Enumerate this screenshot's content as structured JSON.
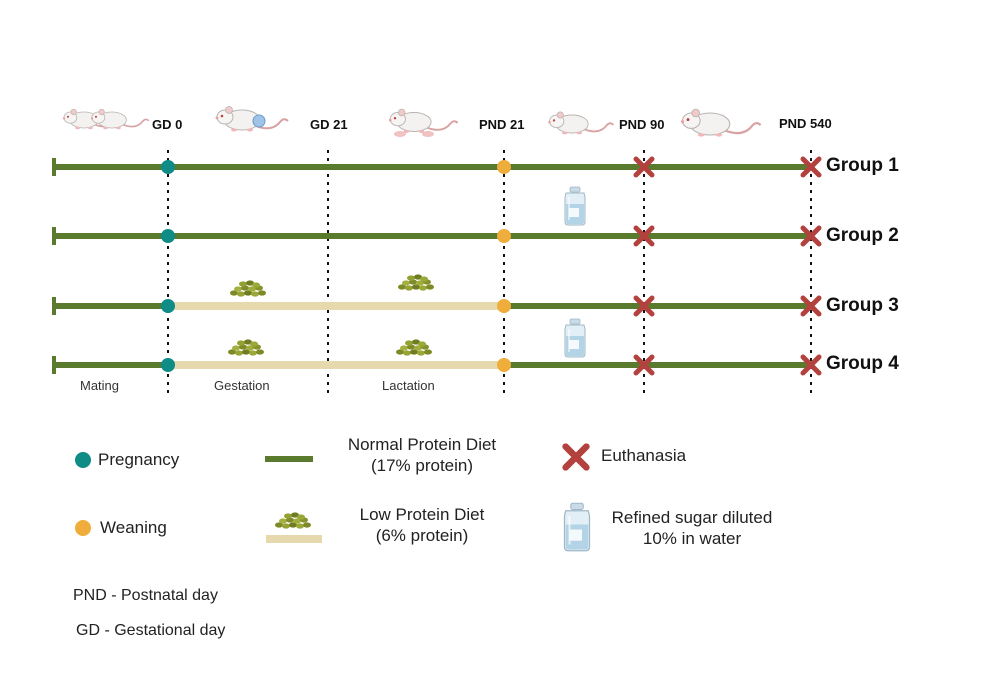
{
  "timepoints": [
    {
      "label": "GD 0"
    },
    {
      "label": "GD 21"
    },
    {
      "label": "PND 21"
    },
    {
      "label": "PND 90"
    },
    {
      "label": "PND 540"
    }
  ],
  "groups": [
    {
      "label": "Group 1",
      "diet_gestation_lactation": "normal",
      "sugar_water": false
    },
    {
      "label": "Group 2",
      "diet_gestation_lactation": "normal",
      "sugar_water": true
    },
    {
      "label": "Group 3",
      "diet_gestation_lactation": "low",
      "sugar_water": false
    },
    {
      "label": "Group 4",
      "diet_gestation_lactation": "low",
      "sugar_water": true
    }
  ],
  "phases": [
    {
      "label": "Mating"
    },
    {
      "label": "Gestation"
    },
    {
      "label": "Lactation"
    }
  ],
  "legend": {
    "pregnancy": "Pregnancy",
    "weaning": "Weaning",
    "normal_diet_line1": "Normal Protein Diet",
    "normal_diet_line2": "(17% protein)",
    "low_diet_line1": "Low Protein Diet",
    "low_diet_line2": "(6% protein)",
    "euthanasia": "Euthanasia",
    "sugar_line1": "Refined sugar diluted",
    "sugar_line2": "10% in water"
  },
  "abbreviations": {
    "pnd": "PND - Postnatal day",
    "gd": "GD - Gestational day"
  },
  "colors": {
    "normal_diet": "#5a7a2e",
    "low_diet": "#e6d9ae",
    "pregnancy": "#0e8c85",
    "weaning": "#efae3b",
    "euthanasia": "#b3423f",
    "pellet": "#8d9a2c"
  },
  "icons": [
    "rat-pair-icon",
    "pregnant-rat-icon",
    "rat-with-pups-icon",
    "rat-icon",
    "adult-rat-icon",
    "water-bottle-icon",
    "food-pellets-icon"
  ]
}
